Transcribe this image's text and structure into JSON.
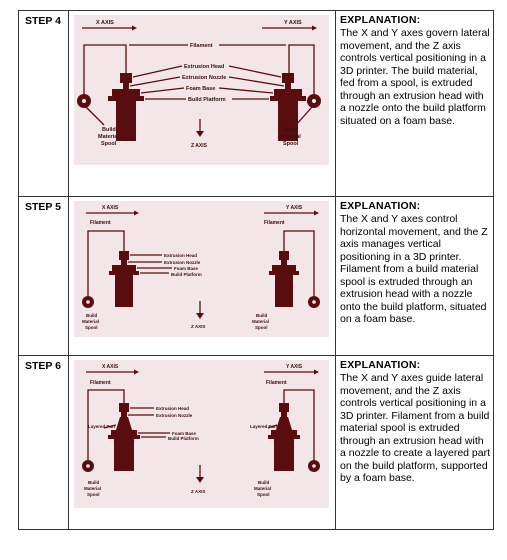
{
  "rows": [
    {
      "step": "STEP 4",
      "title": "EXPLANATION:",
      "text": "The X and Y axes govern lateral movement, and the Z axis controls vertical positioning in a 3D printer. The build material, fed from a spool, is extruded through an extrusion head with a nozzle onto the build platform situated on a foam base.",
      "figure": {
        "x_axis": "X AXIS",
        "y_axis": "Y AXIS",
        "z_axis": "Z AXIS",
        "filament": "Filament",
        "extrusion_head": "Extrusion Head",
        "extrusion_nozzle": "Extrusion Nozzle",
        "foam_base": "Foam Base",
        "build_platform": "Build Platform",
        "spool_line1": "Build",
        "spool_line2": "Material",
        "spool_line3": "Spool"
      }
    },
    {
      "step": "STEP 5",
      "title": "EXPLANATION:",
      "text": "The X and Y axes control horizontal movement, and the Z axis manages vertical positioning in a 3D printer. Filament from a build material spool is extruded through an extrusion head with a nozzle onto the build platform, situated on a foam base.",
      "figure": {
        "x_axis": "X AXIS",
        "y_axis": "Y AXIS",
        "z_axis": "Z AXIS",
        "filament": "Filament",
        "extrusion_head": "Extrusion Head",
        "extrusion_nozzle": "Extrusion Nozzle",
        "foam_base": "Foam Base",
        "build_platform": "Build Platform",
        "spool_line1": "Build",
        "spool_line2": "Material",
        "spool_line3": "Spool"
      }
    },
    {
      "step": "STEP 6",
      "title": "EXPLANATION:",
      "text": "The X and Y axes guide lateral movement, and the Z axis controls vertical positioning in a 3D printer. Filament from a build material spool is extruded through an extrusion head with a nozzle to create a layered part on the build platform, supported by a foam base.",
      "figure": {
        "x_axis": "X AXIS",
        "y_axis": "Y AXIS",
        "z_axis": "Z AXIS",
        "filament": "Filament",
        "extrusion_head": "Extrusion Head",
        "extrusion_nozzle": "Extrusion Nozzle",
        "foam_base": "Foam Base",
        "build_platform": "Build Platform",
        "layered_part": "Layered Part",
        "spool_line1": "Build",
        "spool_line2": "Material",
        "spool_line3": "Spool"
      }
    }
  ]
}
